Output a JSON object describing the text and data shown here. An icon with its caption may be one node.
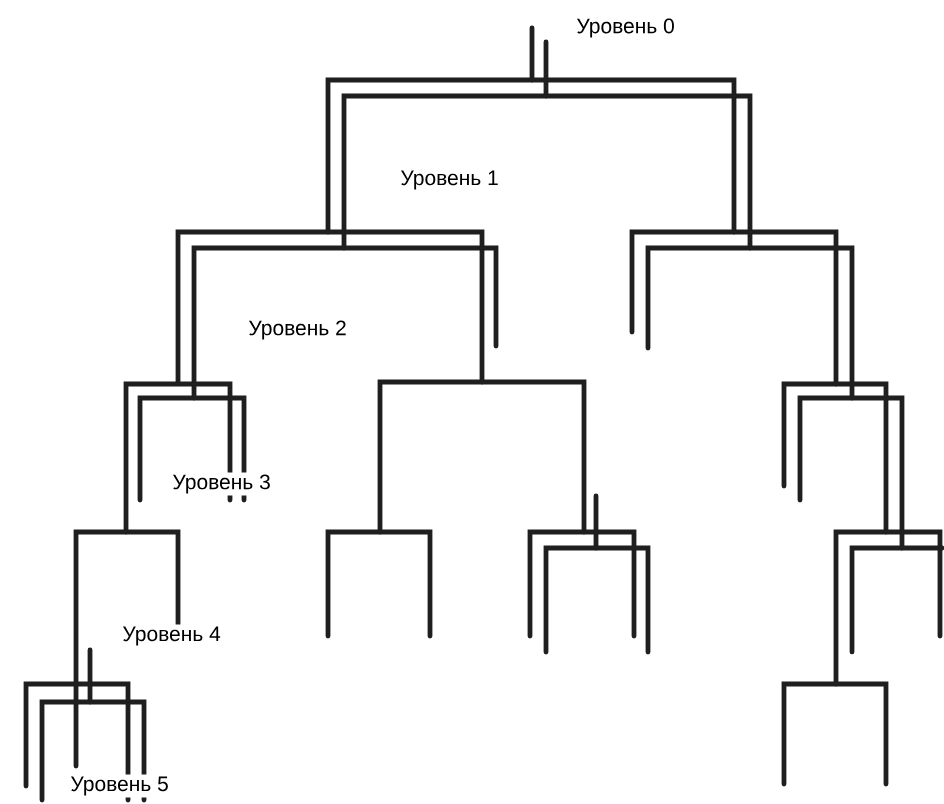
{
  "diagram": {
    "labels": [
      "Уровень 0",
      "Уровень 1",
      "Уровень 2",
      "Уровень 3",
      "Уровень 4",
      "Уровень 5"
    ]
  }
}
